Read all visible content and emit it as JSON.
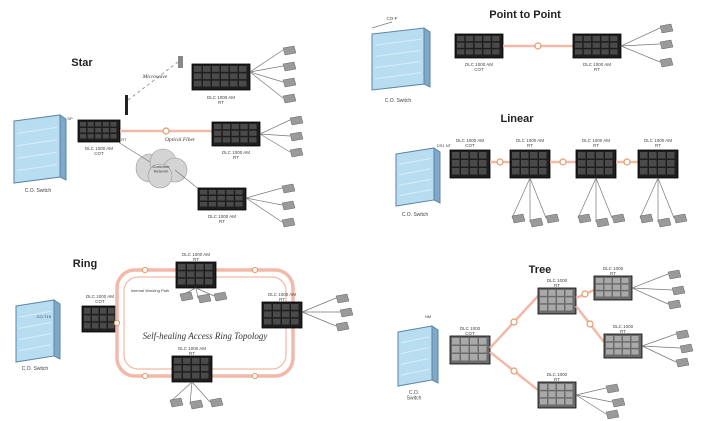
{
  "titles": {
    "star": "Star",
    "point_to_point": "Point to Point",
    "linear": "Linear",
    "ring": "Ring",
    "tree": "Tree"
  },
  "star": {
    "switch_label": "C.O. Switch",
    "microwave": "Microwave",
    "optical_fiber": "Optical Fiber",
    "cot_label": "DLC 1000 AM\nCOT",
    "rt_labels": [
      "DLC 1000 AM\nRT",
      "DLC 1000 AM\nRT",
      "DLC 1000 AM\nRT"
    ],
    "cloud_label": "Customer\nNetwork",
    "small_labels": [
      "SP",
      "RT"
    ]
  },
  "point_to_point": {
    "switch_label": "C.O. Switch",
    "co_label": "CO-F",
    "cot_label": "DLC 1000 AM\nCOT",
    "rt_label": "DLC 1000 AM\nRT"
  },
  "linear": {
    "switch_label": "C.O. Switch",
    "small_label": "DS1 NT",
    "node_labels": [
      "DLC 1000 AM\nCOT",
      "DLC 1000 AM\nRT",
      "DLC 1000 AM\nRT",
      "DLC 1000 AM\nRT"
    ]
  },
  "ring": {
    "switch_label": "C.O. Switch",
    "cot_label": "DLC 1000 AM\nCOT",
    "node_labels": [
      "DLC 1000 AM\nRT",
      "DLC 1000 AM\nRT",
      "DLC 1000 AM\nRT"
    ],
    "caption": "Self-healing Access Ring Topology",
    "inner_label": "Internal Working Path",
    "small_label": "CO-T1S"
  },
  "tree": {
    "switch_label": "C.O.\nSwitch",
    "small_label": "NM",
    "node_labels": [
      "DLC 1000\nCOT",
      "DLC 1000\nRT",
      "DLC 1000\nRT",
      "DLC 1000\nRT",
      "DLC 1000\nRT"
    ]
  },
  "colors": {
    "fiber": "#f3b9a8",
    "fiber_mark": "#e59a6a",
    "switch_face": "#b8dcf0",
    "equipment": "#1e1e1e",
    "phone": "#9a9a9a"
  }
}
